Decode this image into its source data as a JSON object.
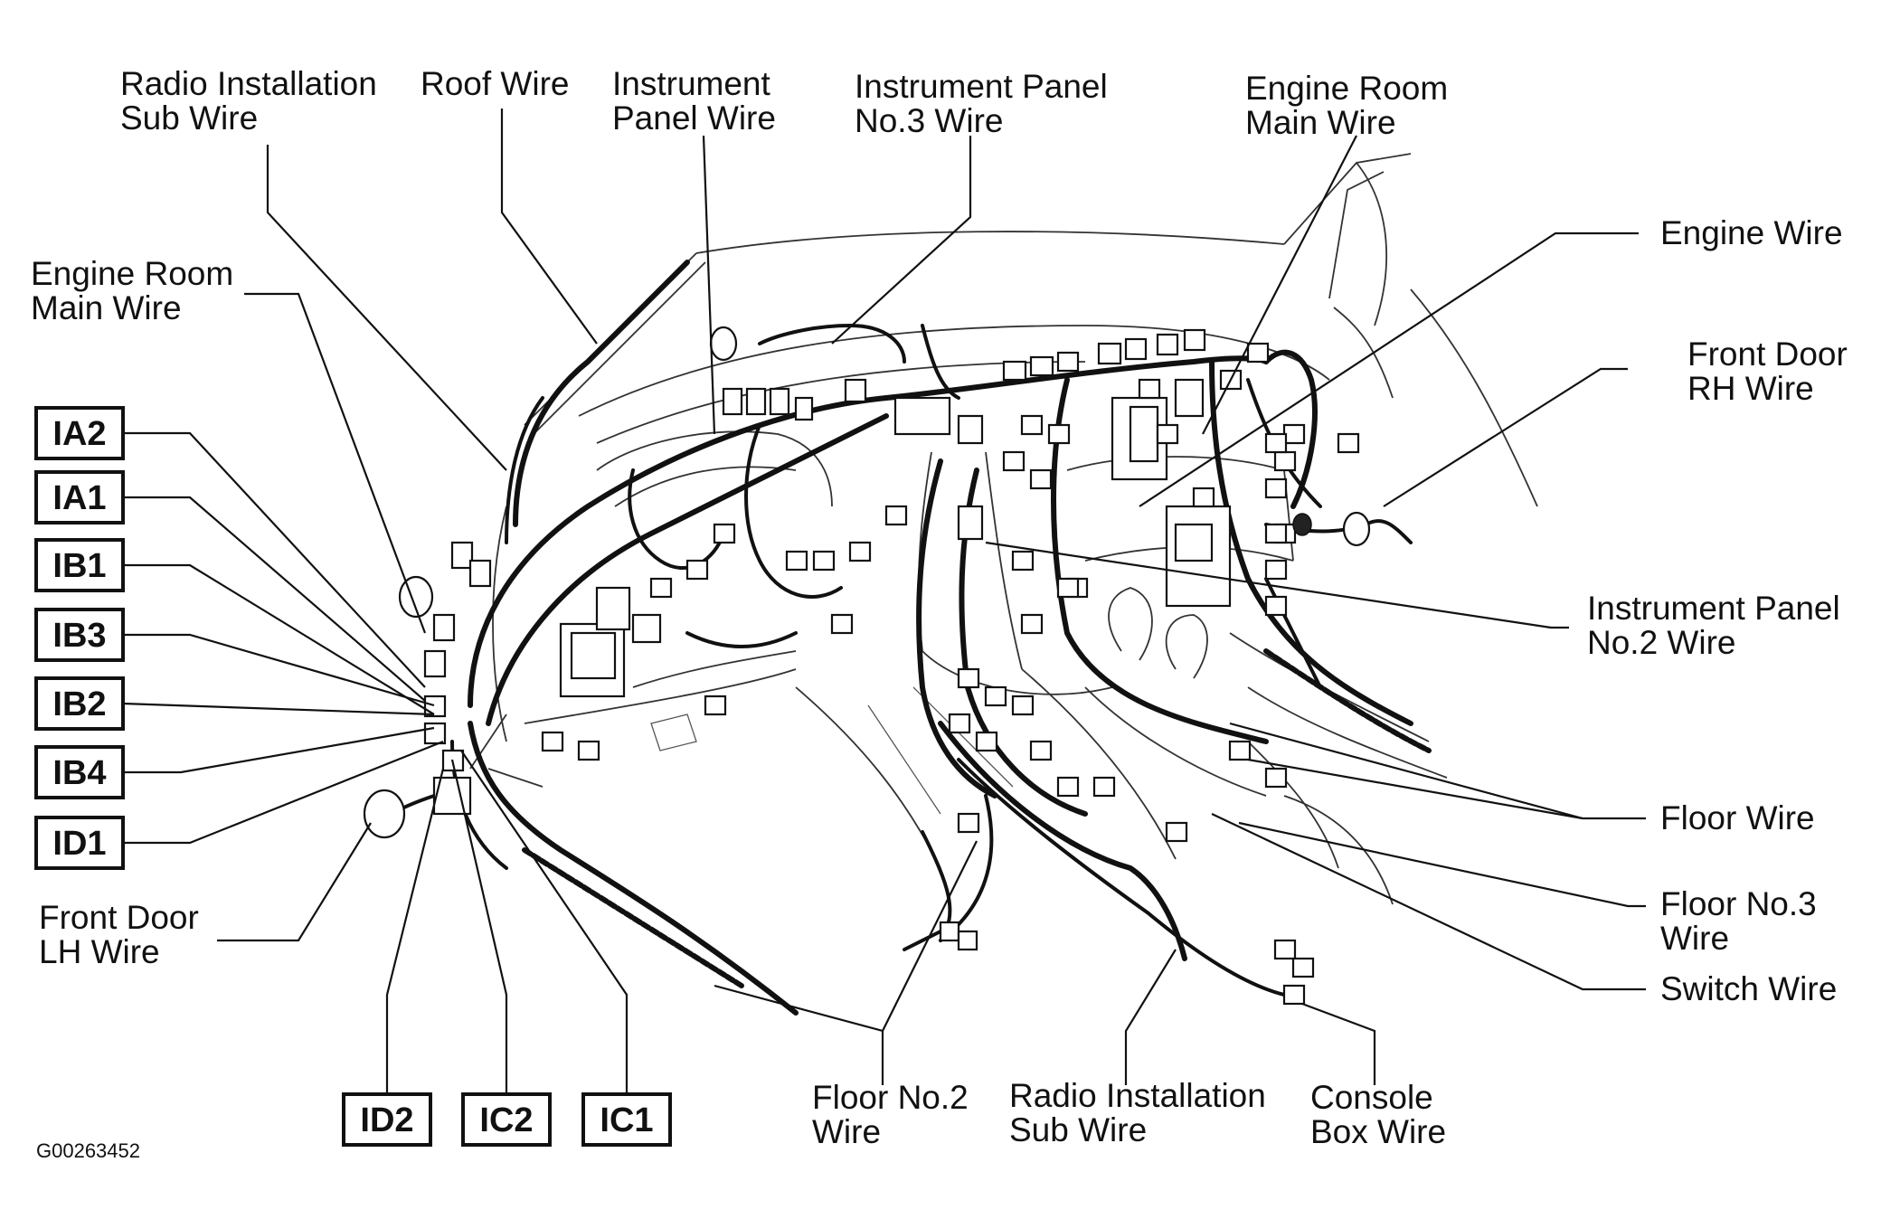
{
  "diagram": {
    "image_code": "G00263452",
    "labels": {
      "radio_installation_sub_wire_top": [
        "Radio Installation",
        "Sub Wire"
      ],
      "roof_wire": [
        "Roof Wire"
      ],
      "instrument_panel_wire": [
        "Instrument",
        "Panel Wire"
      ],
      "instrument_panel_no3_wire": [
        "Instrument Panel",
        "No.3 Wire"
      ],
      "engine_room_main_wire_top": [
        "Engine Room",
        "Main Wire"
      ],
      "engine_wire": [
        "Engine Wire"
      ],
      "engine_room_main_wire_left": [
        "Engine Room",
        "Main Wire"
      ],
      "front_door_rh_wire": [
        "Front Door",
        "RH Wire"
      ],
      "instrument_panel_no2_wire": [
        "Instrument Panel",
        "No.2 Wire"
      ],
      "floor_wire": [
        "Floor Wire"
      ],
      "floor_no3_wire": [
        "Floor No.3",
        "Wire"
      ],
      "switch_wire": [
        "Switch Wire"
      ],
      "front_door_lh_wire": [
        "Front Door",
        "LH Wire"
      ],
      "floor_no2_wire": [
        "Floor No.2",
        "Wire"
      ],
      "radio_installation_sub_wire_bottom": [
        "Radio Installation",
        "Sub Wire"
      ],
      "console_box_wire": [
        "Console",
        "Box Wire"
      ]
    },
    "connector_codes": {
      "ia2": "IA2",
      "ia1": "IA1",
      "ib1": "IB1",
      "ib3": "IB3",
      "ib2": "IB2",
      "ib4": "IB4",
      "id1": "ID1",
      "id2": "ID2",
      "ic2": "IC2",
      "ic1": "IC1"
    }
  }
}
